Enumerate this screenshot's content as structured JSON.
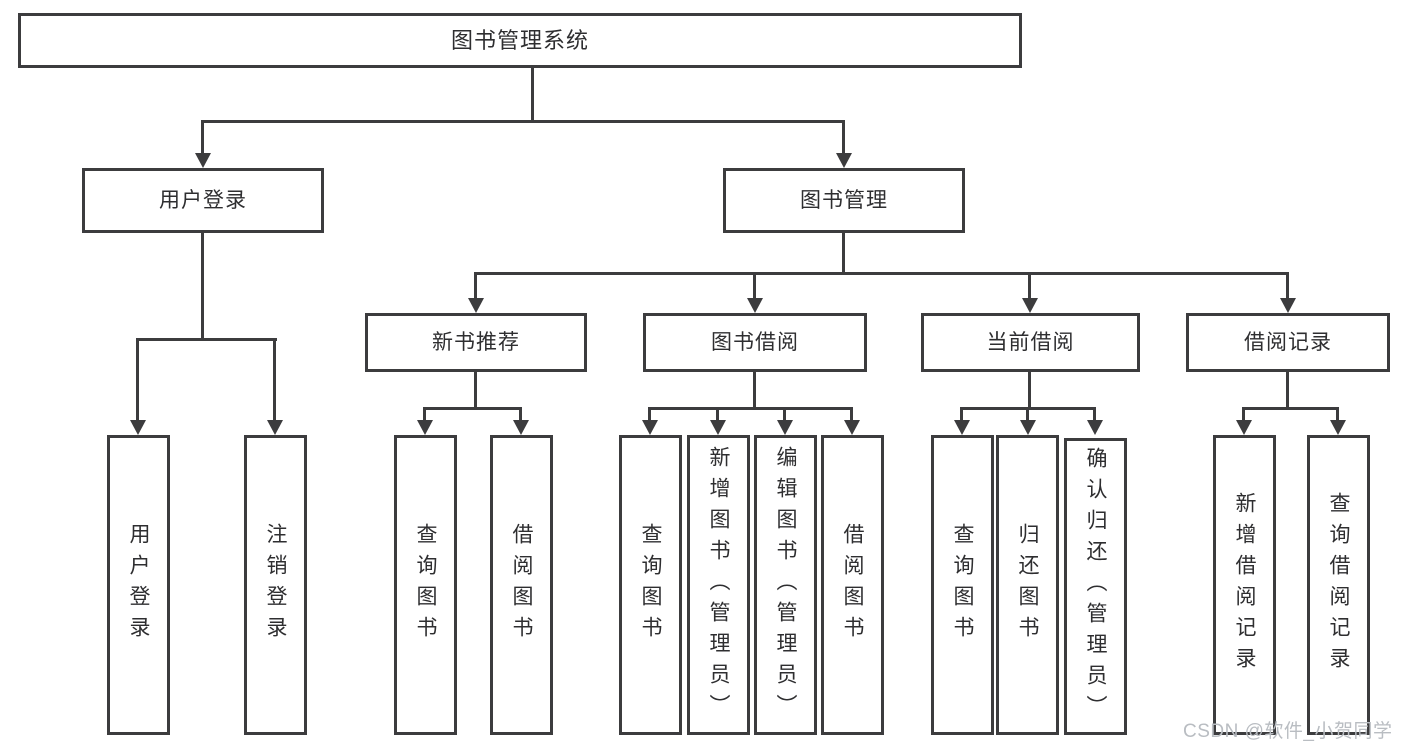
{
  "diagram": {
    "nodes": {
      "root": "图书管理系统",
      "user_login": "用户登录",
      "book_management": "图书管理",
      "new_book_recommend": "新书推荐",
      "book_borrow": "图书借阅",
      "current_borrow": "当前借阅",
      "borrow_record": "借阅记录",
      "leaf_user_login": "用户登录",
      "leaf_logout": "注销登录",
      "leaf_search_books_1": "查询图书",
      "leaf_borrow_books_1": "借阅图书",
      "leaf_search_books_2": "查询图书",
      "leaf_add_book_admin": "新增图书（管理员）",
      "leaf_edit_book_admin": "编辑图书（管理员）",
      "leaf_borrow_books_2": "借阅图书",
      "leaf_search_books_3": "查询图书",
      "leaf_return_books": "归还图书",
      "leaf_confirm_return_admin": "确认归还（管理员）",
      "leaf_add_borrow_record": "新增借阅记录",
      "leaf_search_borrow_record": "查询借阅记录"
    },
    "watermark": "CSDN @软件_小贺同学",
    "colors": {
      "line": "#3c3c3e",
      "text": "#2e2e30",
      "background": "#ffffff",
      "watermark": "#b9bdc2"
    }
  }
}
